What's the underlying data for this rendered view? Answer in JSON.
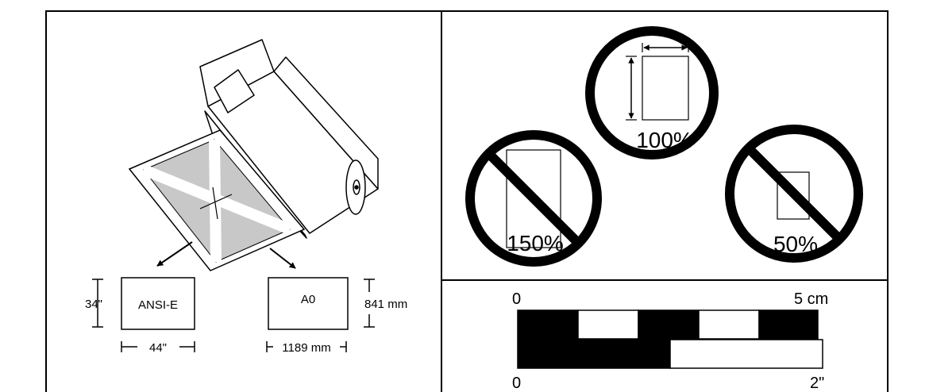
{
  "left_panel": {
    "ansi_label": "ANSI-E",
    "ansi_height": "34\"",
    "ansi_width": "44\"",
    "a0_label": "A0",
    "a0_height": "841 mm",
    "a0_width": "1189 mm"
  },
  "scale_panel": {
    "top": {
      "icon": "allowed-paper-icon",
      "label": "100%"
    },
    "left": {
      "icon": "prohibited-sign-icon",
      "label": "150%"
    },
    "right": {
      "icon": "prohibited-sign-icon",
      "label": "50%"
    }
  },
  "ruler_panel": {
    "cm_start": "0",
    "cm_end": "5 cm",
    "inch_start": "0",
    "inch_end": "2\""
  },
  "colors": {
    "fill_gray": "#c8c8c8",
    "line": "#000000"
  }
}
